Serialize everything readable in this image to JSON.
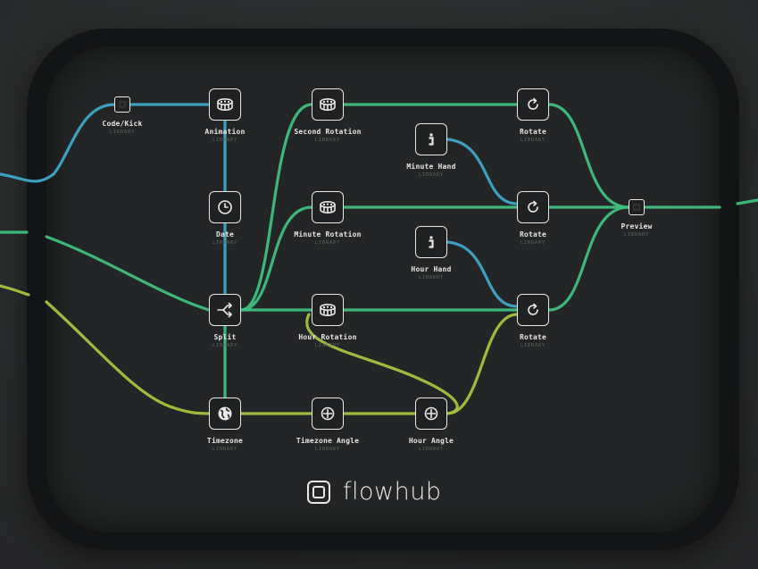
{
  "brand": {
    "name": "flowhub"
  },
  "colors": {
    "green": "#3fbf7f",
    "blue": "#3fa6c8",
    "yellow": "#a9c23f"
  },
  "nodes": [
    {
      "id": "code_kick",
      "label": "Code/Kick",
      "sub": "LIBRARY",
      "icon": "square-icon"
    },
    {
      "id": "animation",
      "label": "Animation",
      "sub": "LIBRARY",
      "icon": "film-reel-icon"
    },
    {
      "id": "date",
      "label": "Date",
      "sub": "LIBRARY",
      "icon": "clock-icon"
    },
    {
      "id": "split",
      "label": "Split",
      "sub": "LIBRARY",
      "icon": "split-arrows-icon"
    },
    {
      "id": "timezone",
      "label": "Timezone",
      "sub": "LIBRARY",
      "icon": "globe-icon"
    },
    {
      "id": "second_rotation",
      "label": "Second Rotation",
      "sub": "LIBRARY",
      "icon": "film-reel-icon"
    },
    {
      "id": "minute_rotation",
      "label": "Minute Rotation",
      "sub": "LIBRARY",
      "icon": "film-reel-icon"
    },
    {
      "id": "hour_rotation",
      "label": "Hour Rotation",
      "sub": "LIBRARY",
      "icon": "film-reel-icon"
    },
    {
      "id": "timezone_angle",
      "label": "Timezone Angle",
      "sub": "LIBRARY",
      "icon": "plus-circle-icon"
    },
    {
      "id": "minute_hand",
      "label": "Minute Hand",
      "sub": "LIBRARY",
      "icon": "info-icon"
    },
    {
      "id": "hour_hand",
      "label": "Hour Hand",
      "sub": "LIBRARY",
      "icon": "info-icon"
    },
    {
      "id": "hour_angle",
      "label": "Hour Angle",
      "sub": "LIBRARY",
      "icon": "plus-circle-icon"
    },
    {
      "id": "rotate_1",
      "label": "Rotate",
      "sub": "LIBRARY",
      "icon": "rotate-icon"
    },
    {
      "id": "rotate_2",
      "label": "Rotate",
      "sub": "LIBRARY",
      "icon": "rotate-icon"
    },
    {
      "id": "rotate_3",
      "label": "Rotate",
      "sub": "LIBRARY",
      "icon": "rotate-icon"
    },
    {
      "id": "preview",
      "label": "Preview",
      "sub": "LIBRARY",
      "icon": "square-icon"
    }
  ]
}
